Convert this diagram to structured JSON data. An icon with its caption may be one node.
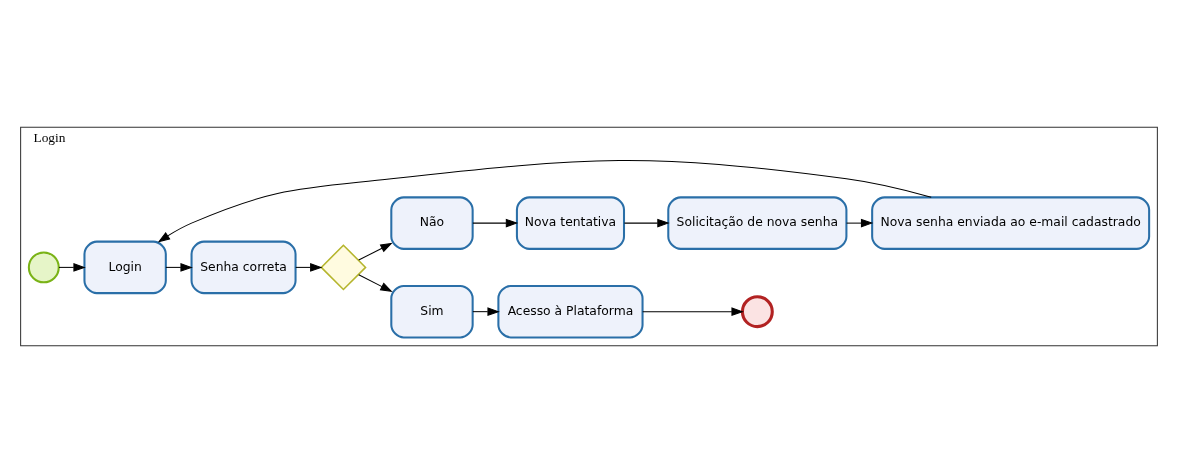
{
  "diagram": {
    "nodes": [
      {
        "text": [
          "Login"
        ]
      },
      {
        "text": [],
        "shape": "circle",
        "in": 0
      },
      {
        "text": [
          "Login"
        ],
        "in": 0
      },
      {
        "text": [
          "Senha correta"
        ],
        "in": 0
      },
      {
        "text": [],
        "shape": "diamond",
        "in": 0
      },
      {
        "text": [
          "Sim"
        ],
        "in": 0
      },
      {
        "text": [
          "Acesso à Plataforma"
        ],
        "in": 0
      },
      {
        "text": [],
        "shape": "circle",
        "in": 0
      },
      {
        "text": [
          "Não"
        ],
        "in": 0
      },
      {
        "text": [
          "Nova tentativa"
        ],
        "in": 0
      },
      {
        "text": [
          "Solicitação de nova senha"
        ],
        "in": 0
      },
      {
        "text": [
          "Nova senha enviada ao e-mail cadastrado"
        ],
        "in": 0
      }
    ],
    "edges": [
      {
        "from": 1,
        "to": 2,
        "arrow": "to"
      },
      {
        "from": 2,
        "to": 3,
        "arrow": "to"
      },
      {
        "from": 3,
        "to": 4,
        "arrow": "to"
      },
      {
        "from": 4,
        "to": 5,
        "arrow": "to"
      },
      {
        "from": 5,
        "to": 6,
        "arrow": "to"
      },
      {
        "from": 6,
        "to": 7,
        "arrow": "to"
      },
      {
        "from": 4,
        "to": 8,
        "arrow": "to"
      },
      {
        "from": 8,
        "to": 9,
        "arrow": "to"
      },
      {
        "from": 9,
        "to": 10,
        "arrow": "to"
      },
      {
        "from": 10,
        "to": 11,
        "arrow": "to"
      },
      {
        "from": 11,
        "to": 2,
        "arrow": "to"
      }
    ]
  }
}
